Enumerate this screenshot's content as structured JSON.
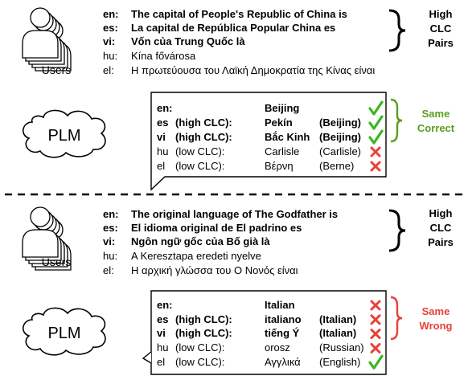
{
  "users_label": "Users",
  "plm_label": "PLM",
  "top": {
    "prompts": [
      {
        "lang": "en:",
        "text": "The capital of People's Republic of China is",
        "bold": true
      },
      {
        "lang": "es:",
        "text": "La capital de República Popular China es",
        "bold": true
      },
      {
        "lang": "vi:",
        "text": "Vốn của Trung Quốc là",
        "bold": true
      },
      {
        "lang": "hu:",
        "text": "Kína fővárosa",
        "bold": false
      },
      {
        "lang": "el:",
        "text": "Η πρωτεύουσα του Λαϊκή Δημοκρατία της Κίνας είναι",
        "bold": false
      }
    ],
    "brace_label": [
      "High",
      "CLC",
      "Pairs"
    ],
    "answers": [
      {
        "lang": "en:",
        "clc": "",
        "answer": "Beijing",
        "gloss": "",
        "bold": true,
        "mark": "check"
      },
      {
        "lang": "es",
        "clc": "(high CLC):",
        "answer": "Pekín",
        "gloss": "(Beijing)",
        "bold": true,
        "mark": "check"
      },
      {
        "lang": "vi",
        "clc": "(high CLC):",
        "answer": "Bắc Kinh",
        "gloss": "(Beijing)",
        "bold": true,
        "mark": "check"
      },
      {
        "lang": "hu",
        "clc": "(low CLC):",
        "answer": "Carlisle",
        "gloss": "(Carlisle)",
        "bold": false,
        "mark": "cross"
      },
      {
        "lang": "el",
        "clc": "(low CLC):",
        "answer": "Βέρνη",
        "gloss": "(Berne)",
        "bold": false,
        "mark": "cross"
      }
    ],
    "result_label": [
      "Same",
      "Correct"
    ],
    "result_color": "#5a9e1f"
  },
  "bottom": {
    "prompts": [
      {
        "lang": "en:",
        "text": "The original language of The Godfather is",
        "bold": true
      },
      {
        "lang": "es:",
        "text": "El idioma original de El padrino es",
        "bold": true
      },
      {
        "lang": "vi:",
        "text": "Ngôn ngữ gốc của Bố già là",
        "bold": true
      },
      {
        "lang": "hu:",
        "text": "A Keresztapa eredeti nyelve",
        "bold": false
      },
      {
        "lang": "el:",
        "text": "Η αρχική γλώσσα του Ο Νονός είναι",
        "bold": false
      }
    ],
    "brace_label": [
      "High",
      "CLC",
      "Pairs"
    ],
    "answers": [
      {
        "lang": "en:",
        "clc": "",
        "answer": "Italian",
        "gloss": "",
        "bold": true,
        "mark": "cross"
      },
      {
        "lang": "es",
        "clc": "(high CLC):",
        "answer": "italiano",
        "gloss": "(Italian)",
        "bold": true,
        "mark": "cross"
      },
      {
        "lang": "vi",
        "clc": "(high CLC):",
        "answer": "tiếng Ý",
        "gloss": "(Italian)",
        "bold": true,
        "mark": "cross"
      },
      {
        "lang": "hu",
        "clc": "(low CLC):",
        "answer": "orosz",
        "gloss": "(Russian)",
        "bold": false,
        "mark": "cross"
      },
      {
        "lang": "el",
        "clc": "(low CLC):",
        "answer": "Αγγλικά",
        "gloss": "(English)",
        "bold": false,
        "mark": "check"
      }
    ],
    "result_label": [
      "Same",
      "Wrong"
    ],
    "result_color": "#e8413a"
  },
  "colors": {
    "check": "#3cb521",
    "cross": "#e8413a",
    "bg": "#ffffff",
    "ink": "#000000"
  }
}
